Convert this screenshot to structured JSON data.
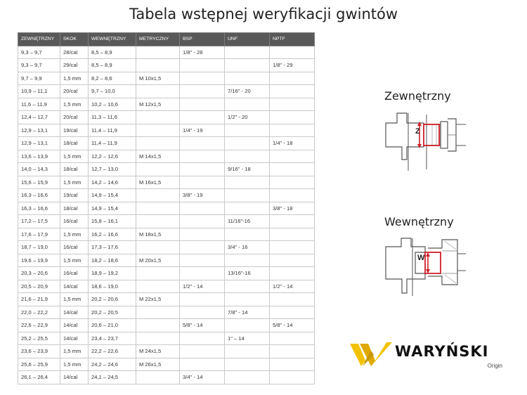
{
  "title": "Tabela wstępnej weryfikacji gwintów",
  "table": {
    "headers": [
      "ZEWNĘTRZNY",
      "SKOK",
      "WEWNĘTRZNY",
      "METRYCZNY",
      "BSP",
      "UNF",
      "NPTF"
    ],
    "rows": [
      [
        "9,3 – 9,7",
        "28/cal",
        "8,5 – 8,9",
        "",
        "1/8\" - 28",
        "",
        ""
      ],
      [
        "9,3 – 9,7",
        "29/cal",
        "8,5 – 8,9",
        "",
        "",
        "",
        "1/8\" - 29"
      ],
      [
        "9,7 – 9,9",
        "1,5 mm",
        "8,2 – 8,6",
        "M 10x1,5",
        "",
        "",
        ""
      ],
      [
        "10,9 – 11,1",
        "20/cal",
        "9,7 – 10,0",
        "",
        "",
        "7/16\" - 20",
        ""
      ],
      [
        "11,6 – 11,9",
        "1,5 mm",
        "10,2 – 10,6",
        "M 12x1,5",
        "",
        "",
        ""
      ],
      [
        "12,4 – 12,7",
        "20/cal",
        "11,3 – 11,6",
        "",
        "",
        "1/2\" - 20",
        ""
      ],
      [
        "12,9 – 13,1",
        "19/cal",
        "11,4 – 11,9",
        "",
        "1/4\" - 19",
        "",
        ""
      ],
      [
        "12,9 – 13,1",
        "18/cal",
        "11,4 – 11,9",
        "",
        "",
        "",
        "1/4\" - 18"
      ],
      [
        "13,6 – 13,9",
        "1,5 mm",
        "12,2 – 12,6",
        "M 14x1,5",
        "",
        "",
        ""
      ],
      [
        "14,0 – 14,3",
        "18/cal",
        "12,7 – 13,0",
        "",
        "",
        "9/16\" - 18",
        ""
      ],
      [
        "15,6 – 15,9",
        "1,5 mm",
        "14,2 – 14,6",
        "M 16x1,5",
        "",
        "",
        ""
      ],
      [
        "16,3 – 16,6",
        "19/cal",
        "14,9 – 15,4",
        "",
        "3/8\" - 19",
        "",
        ""
      ],
      [
        "16,3 – 16,6",
        "18/cal",
        "14,9 – 15,4",
        "",
        "",
        "",
        "3/8\" - 18"
      ],
      [
        "17,2 – 17,5",
        "16/cal",
        "15,8 – 16,1",
        "",
        "",
        "11/16\"-16",
        ""
      ],
      [
        "17,6 – 17,9",
        "1,5 mm",
        "16,2 – 16,6",
        "M 18x1,5",
        "",
        "",
        ""
      ],
      [
        "18,7 – 19,0",
        "16/cal",
        "17,3 – 17,6",
        "",
        "",
        "3/4\" - 16",
        ""
      ],
      [
        "19,6 – 19,9",
        "1,5 mm",
        "18,2 – 18,6",
        "M 20x1,5",
        "",
        "",
        ""
      ],
      [
        "20,3 – 20,6",
        "16/cal",
        "18,9 – 19,2",
        "",
        "",
        "13/16\"-16",
        ""
      ],
      [
        "20,5 – 20,9",
        "14/cal",
        "18,6 – 19,0",
        "",
        "1/2\" - 14",
        "",
        "1/2\" - 14"
      ],
      [
        "21,6 – 21,9",
        "1,5 mm",
        "20,2 – 20,6",
        "M 22x1,5",
        "",
        "",
        ""
      ],
      [
        "22,0 – 22,2",
        "14/cal",
        "20,2 – 20,5",
        "",
        "",
        "7/8\" - 14",
        ""
      ],
      [
        "22,6 – 22,9",
        "14/cal",
        "20,6 – 21,0",
        "",
        "5/8\" - 14",
        "",
        "5/8\" - 14"
      ],
      [
        "25,2 – 25,5",
        "14/cal",
        "23,4 – 23,7",
        "",
        "",
        "1\" – 14",
        ""
      ],
      [
        "23,6 – 23,9",
        "1,5 mm",
        "22,2 – 22,6",
        "M 24x1,5",
        "",
        "",
        ""
      ],
      [
        "25,6 – 25,9",
        "1,5 mm",
        "24,2 – 24,6",
        "M 26x1,5",
        "",
        "",
        ""
      ],
      [
        "26,1 – 26,4",
        "14/cal",
        "24,1 – 24,5",
        "",
        "3/4\" - 14",
        "",
        ""
      ]
    ]
  },
  "external": {
    "label": "Zewnętrzny",
    "marker": "Z"
  },
  "internal": {
    "label": "Wewnętrzny",
    "marker": "W"
  },
  "logo": {
    "name": "WARYŃSKI",
    "sub": "Origin"
  },
  "colors": {
    "header_bg": "#595959",
    "marker_red": "#d0202a",
    "logo_yellow": "#f2c200"
  }
}
